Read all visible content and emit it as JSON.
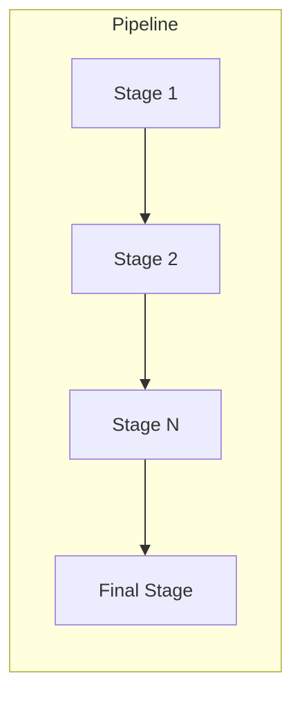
{
  "cluster": {
    "label": "Pipeline",
    "fill": "#ffffde",
    "stroke": "#aaaa33"
  },
  "nodes": [
    {
      "id": "stage1",
      "label": "Stage 1"
    },
    {
      "id": "stage2",
      "label": "Stage 2"
    },
    {
      "id": "stageN",
      "label": "Stage N"
    },
    {
      "id": "final",
      "label": "Final Stage"
    }
  ],
  "edges": [
    {
      "from": "stage1",
      "to": "stage2"
    },
    {
      "from": "stage2",
      "to": "stageN"
    },
    {
      "from": "stageN",
      "to": "final"
    }
  ],
  "colors": {
    "node_fill": "#ececff",
    "node_stroke": "#9370db",
    "edge": "#333333",
    "text": "#333333"
  }
}
